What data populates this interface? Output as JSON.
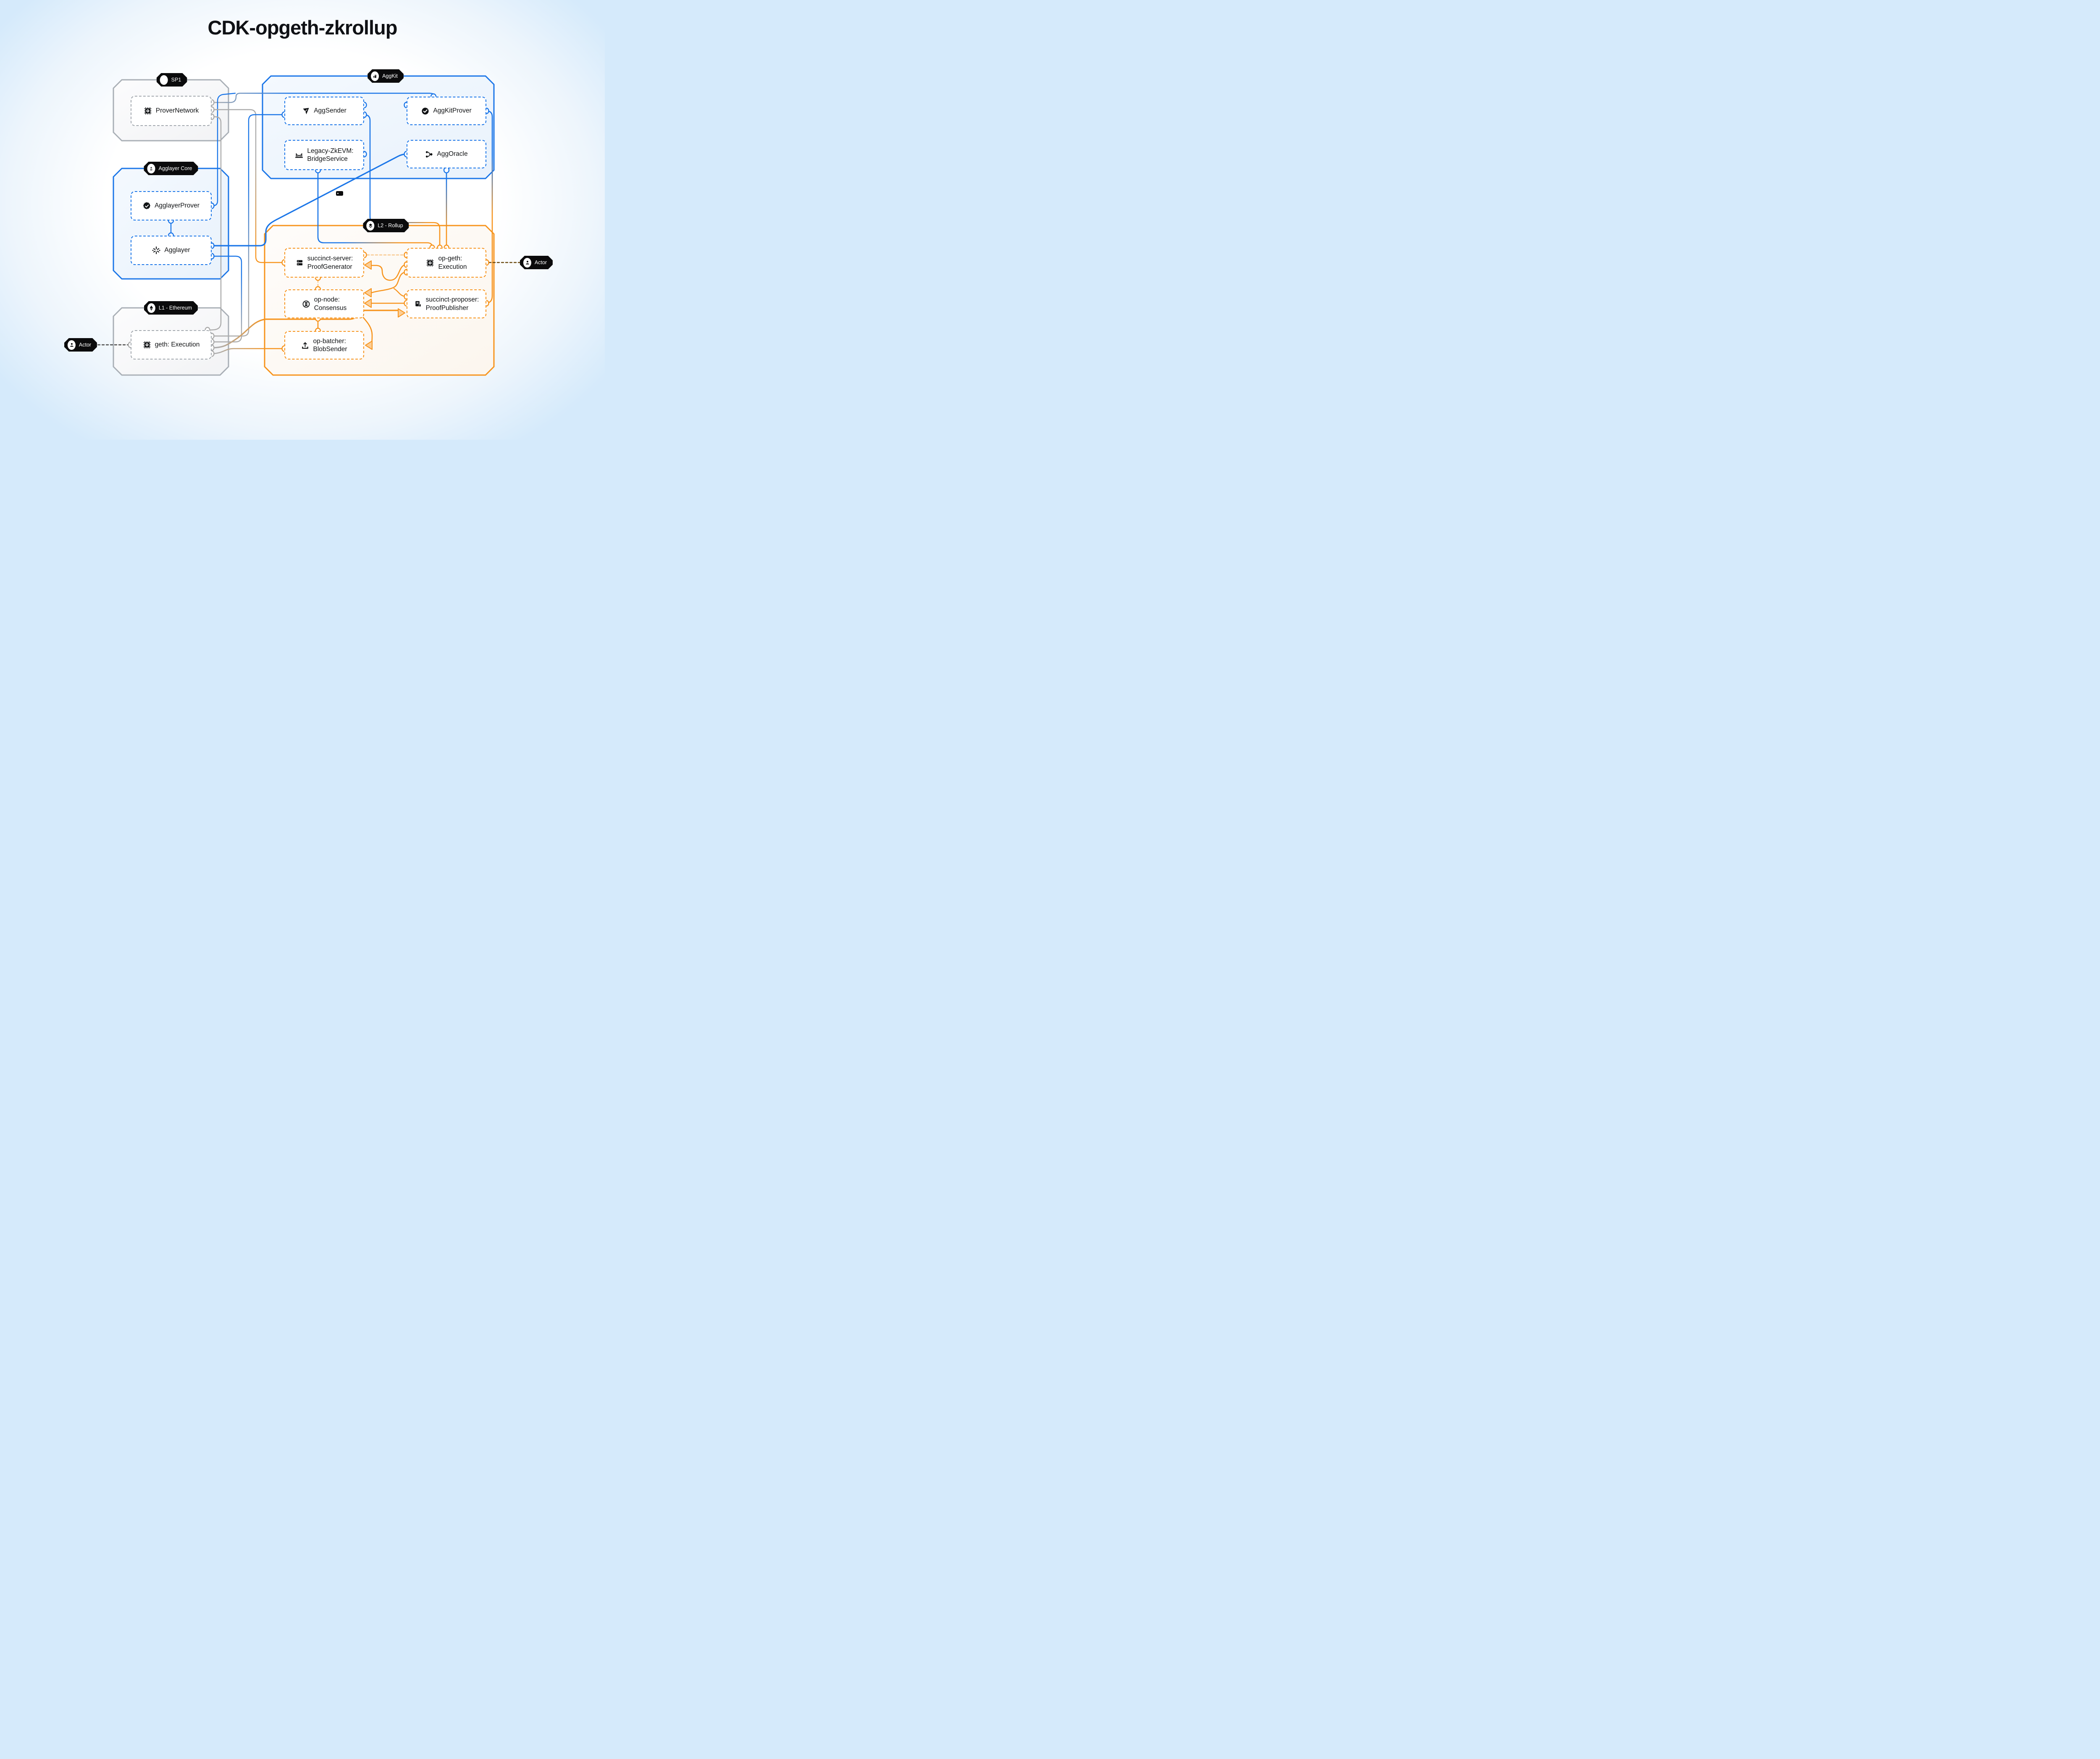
{
  "title": "CDK-opgeth-zkrollup",
  "colors": {
    "blue": "#1B76E8",
    "orange": "#F7941D",
    "gray": "#A2A8AE",
    "badge_bg": "#0B0B0C",
    "canvas_edge": "#D5EAFB"
  },
  "groups": [
    {
      "id": "sp1",
      "label": "SP1",
      "color": "gray",
      "badge_icon": "sp1-icon"
    },
    {
      "id": "aggkit",
      "label": "AggKit",
      "color": "blue",
      "badge_icon": "city-icon"
    },
    {
      "id": "agglayer-core",
      "label": "Agglayer Core",
      "color": "blue",
      "badge_icon": "plus-minus-icon"
    },
    {
      "id": "l1",
      "label": "L1 - Ethereum",
      "color": "gray",
      "badge_icon": "ethereum-icon"
    },
    {
      "id": "l2",
      "label": "L2 - Rollup",
      "color": "orange",
      "badge_icon": "layers-icon"
    }
  ],
  "nodes": [
    {
      "id": "prover-network",
      "label": "ProverNetwork",
      "icon": "chip-icon",
      "group": "sp1"
    },
    {
      "id": "agg-sender",
      "label": "AggSender",
      "icon": "send-icon",
      "group": "aggkit"
    },
    {
      "id": "aggkit-prover",
      "label": "AggKitProver",
      "icon": "check-circle-icon",
      "group": "aggkit"
    },
    {
      "id": "legacy-zkevm",
      "label": "Legacy-ZkEVM:\nBridgeService",
      "icon": "bridge-icon",
      "group": "aggkit"
    },
    {
      "id": "agg-oracle",
      "label": "AggOracle",
      "icon": "branch-icon",
      "group": "aggkit"
    },
    {
      "id": "agglayer-prover",
      "label": "AgglayerProver",
      "icon": "badge-check-icon",
      "group": "agglayer-core"
    },
    {
      "id": "agglayer",
      "label": "Agglayer",
      "icon": "asterisk-icon",
      "group": "agglayer-core"
    },
    {
      "id": "geth",
      "label": "geth: Execution",
      "icon": "chip-icon",
      "group": "l1"
    },
    {
      "id": "succinct-server",
      "label": "succinct-server:\nProofGenerator",
      "icon": "server-icon",
      "group": "l2"
    },
    {
      "id": "op-geth",
      "label": "op-geth:\nExecution",
      "icon": "chip-icon",
      "group": "l2"
    },
    {
      "id": "op-node",
      "label": "op-node:\nConsensus",
      "icon": "knot-icon",
      "group": "l2"
    },
    {
      "id": "succinct-proposer",
      "label": "succinct-proposer:\nProofPublisher",
      "icon": "publisher-icon",
      "group": "l2"
    },
    {
      "id": "op-batcher",
      "label": "op-batcher:\nBlobSender",
      "icon": "upload-icon",
      "group": "l2"
    }
  ],
  "actors": [
    {
      "id": "actor-left",
      "label": "Actor",
      "connects_to": "geth"
    },
    {
      "id": "actor-right",
      "label": "Actor",
      "connects_to": "op-geth"
    }
  ],
  "edges": [
    {
      "from": "prover-network",
      "to": "aggkit-prover",
      "note": "top port",
      "style": "solid gray-to-blue"
    },
    {
      "from": "prover-network",
      "to": "succinct-server",
      "note": "left port",
      "style": "solid gray-to-orange"
    },
    {
      "from": "prover-network",
      "to": "geth",
      "note": "top corner port",
      "style": "solid gray"
    },
    {
      "from": "geth",
      "to": "agg-sender",
      "note": "left port",
      "style": "solid gray-to-blue"
    },
    {
      "from": "agglayer",
      "to": "geth",
      "note": "lower right port",
      "style": "solid blue-to-gray"
    },
    {
      "from": "agglayer",
      "to": "agg-oracle",
      "note": "diagonal, laptop tag",
      "style": "solid blue thick"
    },
    {
      "from": "agglayer-prover",
      "to": "aggkit-prover",
      "note": "merges upward",
      "style": "solid blue"
    },
    {
      "from": "agglayer-prover",
      "to": "agglayer",
      "note": "vertical",
      "style": "solid blue"
    },
    {
      "from": "agg-sender",
      "to": "op-geth",
      "note": "top port 2",
      "style": "solid blue-to-orange"
    },
    {
      "from": "legacy-zkevm",
      "to": "op-geth",
      "note": "top port 1",
      "style": "solid blue-to-orange"
    },
    {
      "from": "agg-oracle",
      "to": "op-geth",
      "note": "top port 3",
      "style": "solid blue-to-orange"
    },
    {
      "from": "aggkit-prover",
      "to": "succinct-proposer",
      "note": "right ports",
      "style": "solid blue-to-orange"
    },
    {
      "from": "succinct-server",
      "to": "op-geth",
      "note": "upper link",
      "style": "dashed light-orange"
    },
    {
      "from": "succinct-server",
      "to": "op-node",
      "note": "vertical link",
      "style": "dashed light-orange"
    },
    {
      "from": "op-geth",
      "to": "succinct-server",
      "note": "arrow into right",
      "style": "solid orange arrow"
    },
    {
      "from": "op-geth",
      "to": "op-node",
      "note": "arrow into right",
      "style": "solid orange arrow"
    },
    {
      "from": "succinct-proposer",
      "to": "op-node",
      "note": "arrow into right",
      "style": "solid orange arrow"
    },
    {
      "from": "geth",
      "to": "succinct-proposer",
      "note": "arrow into left",
      "style": "solid orange thick arrow"
    },
    {
      "from": "geth",
      "to": "op-batcher",
      "note": "arrow into right",
      "style": "solid orange arrow"
    },
    {
      "from": "geth",
      "to": "op-batcher",
      "note": "left port",
      "style": "solid gray-to-orange"
    },
    {
      "from": "op-node",
      "to": "op-batcher",
      "note": "vertical",
      "style": "solid orange"
    },
    {
      "from": "actor-left",
      "to": "geth",
      "note": "dashed",
      "style": "dashed dark"
    },
    {
      "from": "op-geth",
      "to": "actor-right",
      "note": "dashed",
      "style": "dashed dark-orange"
    }
  ]
}
